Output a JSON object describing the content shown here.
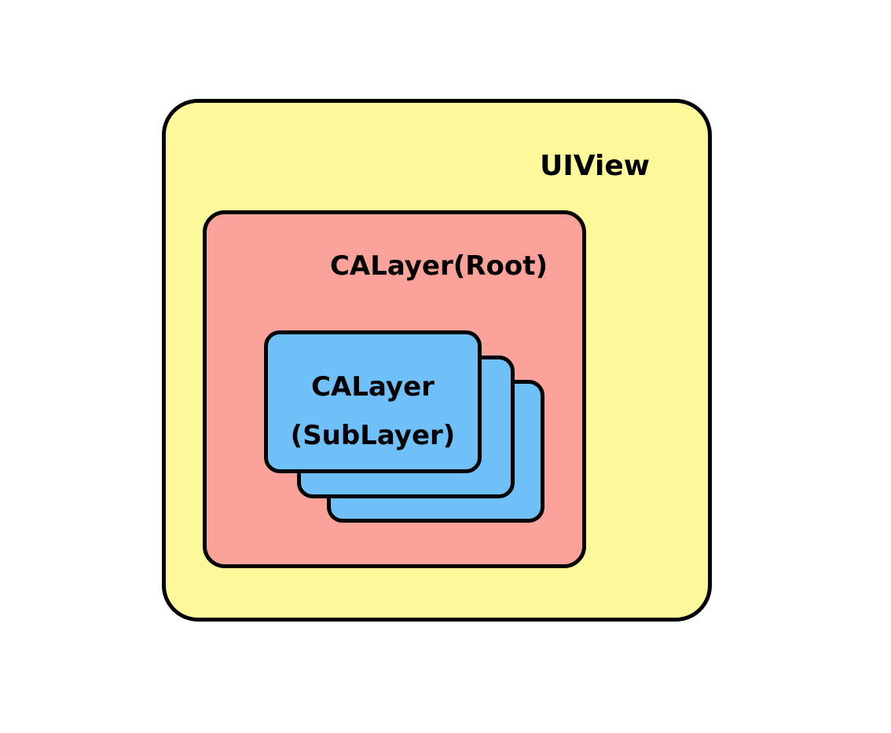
{
  "colors": {
    "uiview_fill": "#fdf99b",
    "root_layer_fill": "#fba39a",
    "sublayer_fill": "#6fbff9",
    "outline": "#000000"
  },
  "uiview": {
    "label": "UIView"
  },
  "root_layer": {
    "label": "CALayer(Root)"
  },
  "sublayer": {
    "label_line1": "CALayer",
    "label_line2": "(SubLayer)"
  }
}
